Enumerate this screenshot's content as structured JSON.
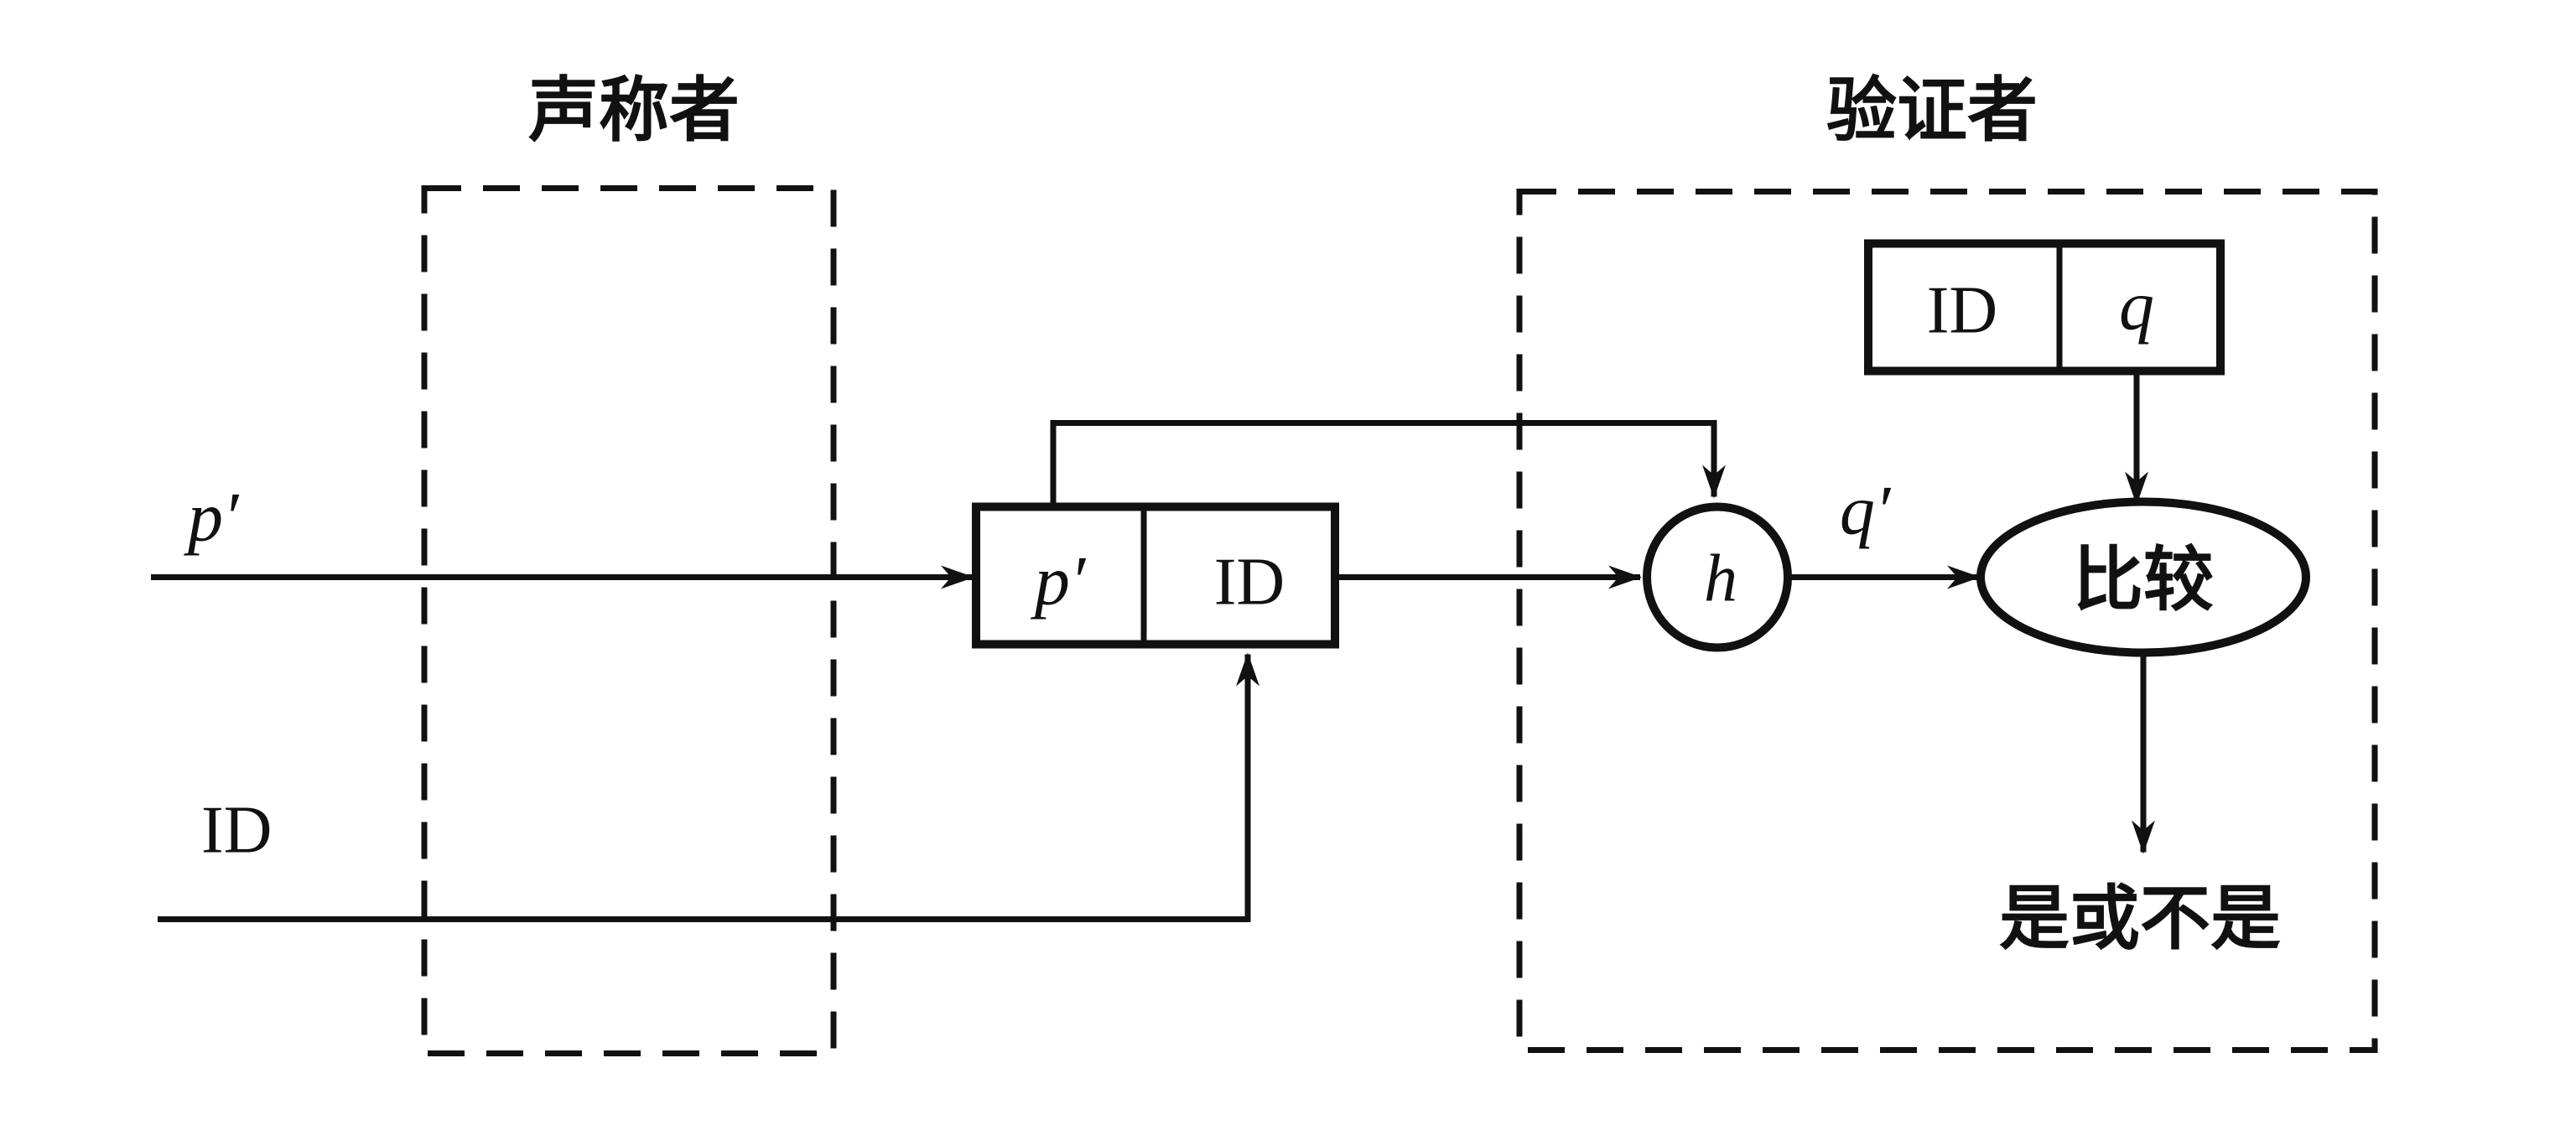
{
  "diagram": {
    "claimant": {
      "title": "声称者"
    },
    "verifier": {
      "title": "验证者",
      "stored_record": {
        "id_label": "ID",
        "value_label": "q"
      },
      "hash_function": "h",
      "hash_output": "q′",
      "compare_label": "比较",
      "result_label": "是或不是"
    },
    "inputs": {
      "password": "p′",
      "id": "ID"
    },
    "message": {
      "password_field": "p′",
      "id_field": "ID"
    },
    "colors": {
      "stroke": "#111111",
      "background": "#ffffff"
    }
  }
}
